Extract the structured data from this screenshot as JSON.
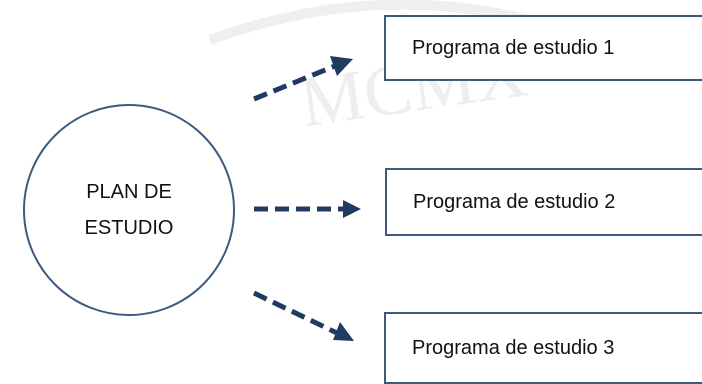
{
  "diagram": {
    "center_node": {
      "lines": [
        "PLAN DE",
        "ESTUDIO"
      ]
    },
    "targets": [
      {
        "label": "Programa de estudio 1"
      },
      {
        "label": "Programa de estudio 2"
      },
      {
        "label": "Programa de estudio 3"
      }
    ],
    "watermark_text": "MCMX",
    "colors": {
      "outline": "#3e5a7e",
      "arrow": "#1f3a63",
      "watermark": "#eeeeee"
    }
  }
}
